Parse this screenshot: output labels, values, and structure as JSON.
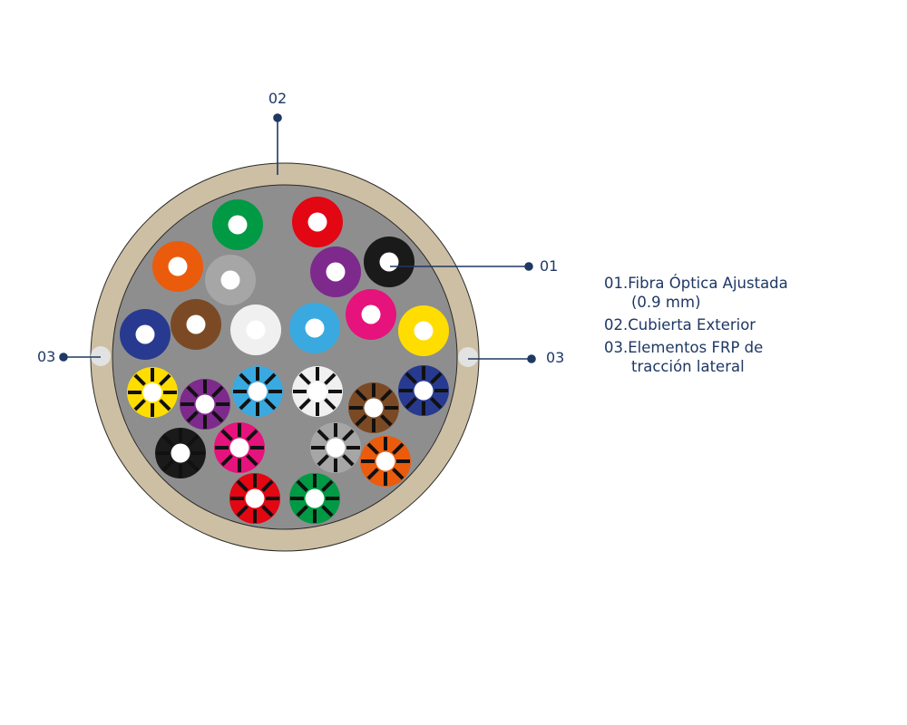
{
  "callouts": {
    "fiber": "01",
    "jacket": "02",
    "frp_left": "03",
    "frp_right": "03"
  },
  "legend": [
    {
      "line1": "01.Fibra Óptica Ajustada",
      "line2": "(0.9 mm)"
    },
    {
      "line1": "02.Cubierta Exterior",
      "line2": ""
    },
    {
      "line1": "03.Elementos FRP de",
      "line2": "tracción lateral"
    }
  ],
  "colors": {
    "jacket": "#cdbfa3",
    "core": "#8e8e8e",
    "frp": "#e2e2e2",
    "leader": "#1f3864",
    "green": "#009a44",
    "red": "#e30613",
    "orange": "#ea5b0c",
    "gray": "#a6a6a6",
    "violet": "#7d2a8c",
    "black": "#1a1a1a",
    "blue": "#283a8f",
    "brown": "#7b4a24",
    "white": "#f0f0f0",
    "aqua": "#3aa9e0",
    "rose": "#e5137b",
    "yellow": "#ffdd00"
  },
  "fibers_plain": [
    "green",
    "red",
    "orange",
    "gray",
    "violet",
    "black",
    "blue",
    "brown",
    "white",
    "aqua",
    "rose",
    "yellow"
  ],
  "fibers_striped": [
    "yellow",
    "violet",
    "aqua",
    "white",
    "brown",
    "blue",
    "black",
    "rose",
    "gray",
    "orange",
    "red",
    "green"
  ]
}
